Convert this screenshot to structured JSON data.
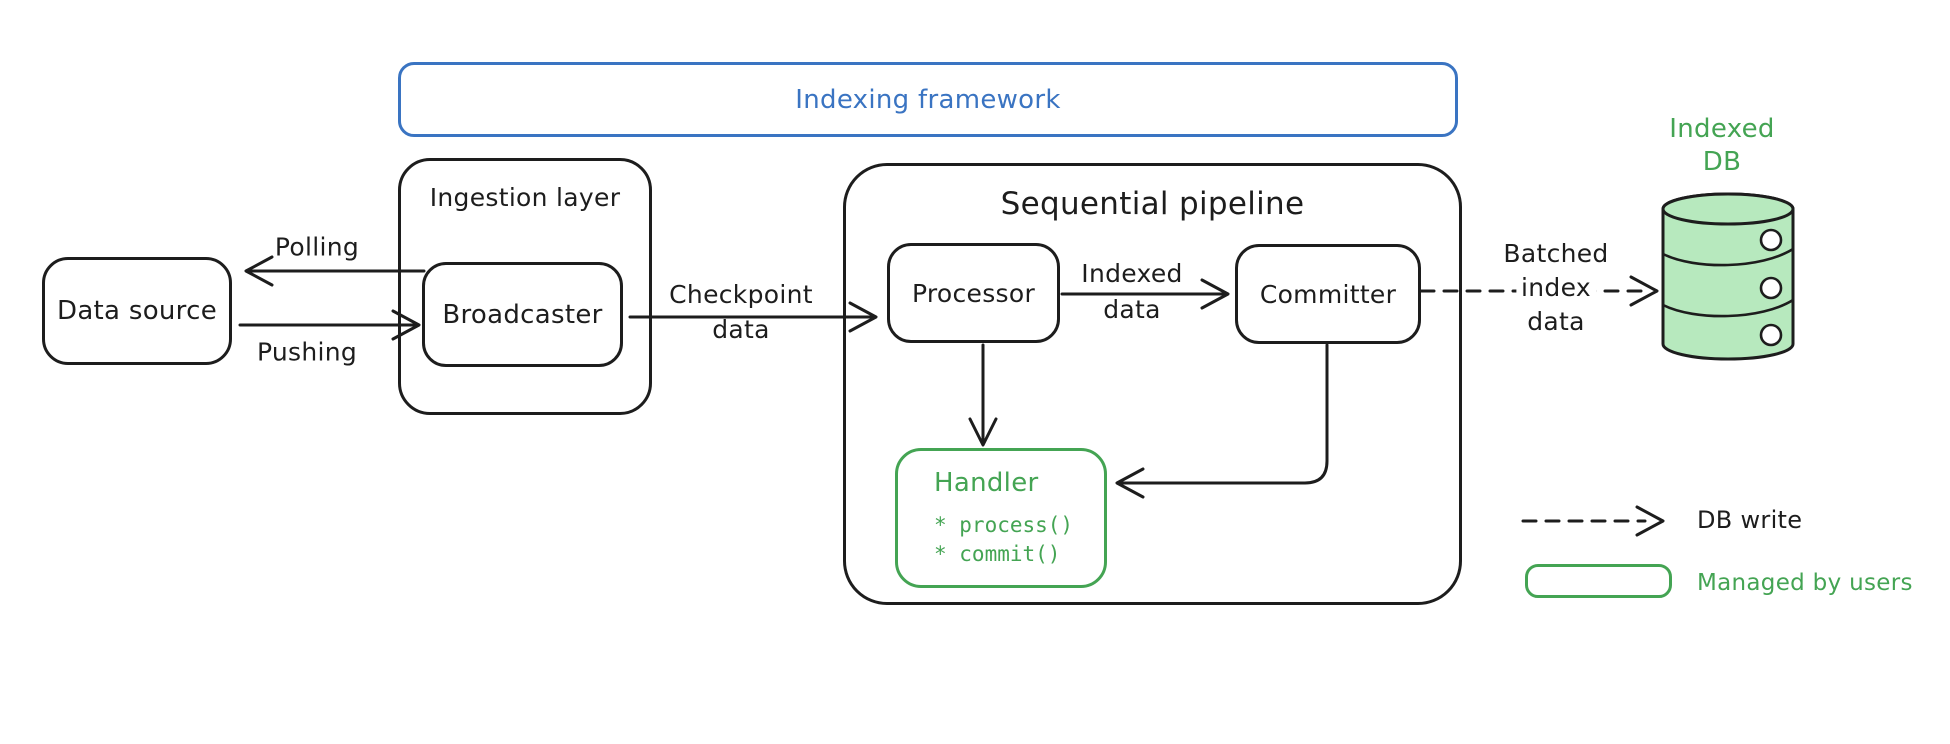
{
  "diagram": {
    "title": "Indexing framework",
    "nodes": {
      "data_source": "Data source",
      "ingestion_layer": "Ingestion layer",
      "broadcaster": "Broadcaster",
      "pipeline": "Sequential pipeline",
      "processor": "Processor",
      "committer": "Committer",
      "handler": "Handler",
      "handler_methods": [
        "* process()",
        "* commit()"
      ],
      "indexed_db": [
        "Indexed",
        "DB"
      ]
    },
    "edges": {
      "polling": "Polling",
      "pushing": "Pushing",
      "checkpoint": [
        "Checkpoint",
        "data"
      ],
      "indexed": [
        "Indexed",
        "data"
      ],
      "batched": [
        "Batched",
        "index",
        "data"
      ]
    },
    "legend": {
      "db_write": "DB write",
      "managed_by_users": "Managed by users"
    },
    "colors": {
      "blue": "#3a74c2",
      "green": "#44a453",
      "green_fill": "#b7e9be",
      "ink": "#1d1d1d"
    }
  }
}
